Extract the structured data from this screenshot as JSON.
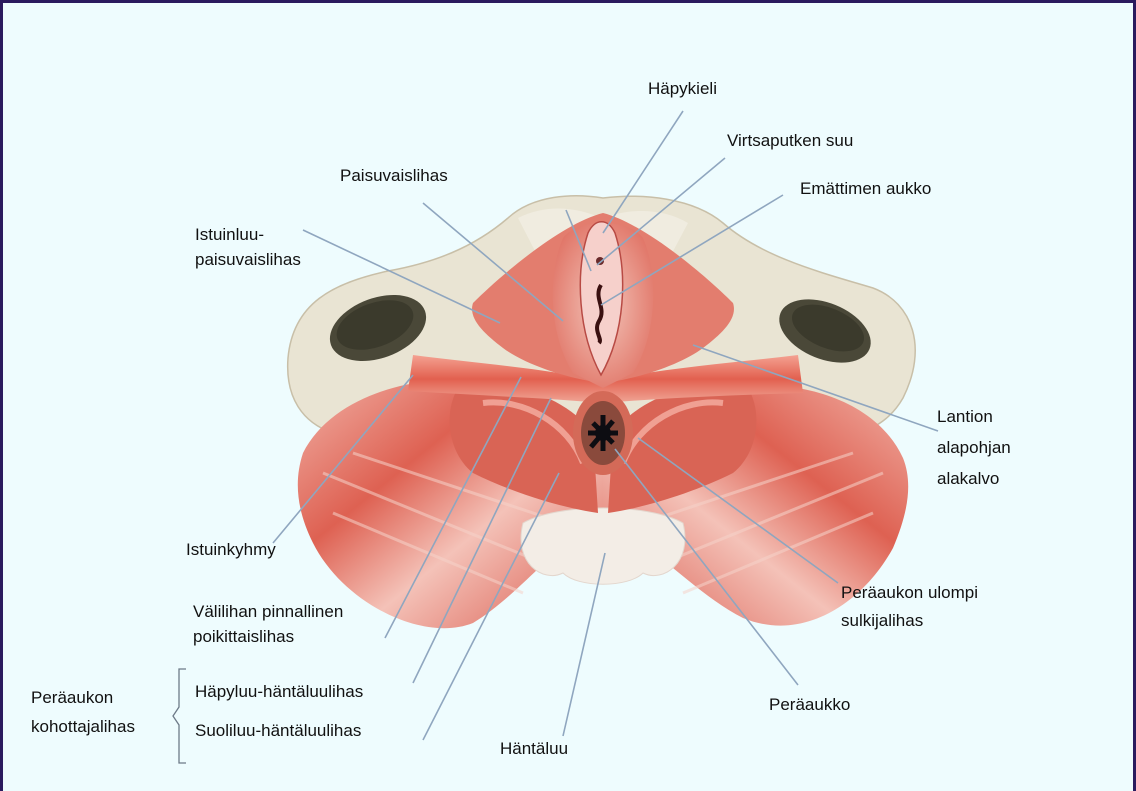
{
  "labels": {
    "hapykieli": "Häpykieli",
    "virtsaputken_suu": "Virtsaputken suu",
    "paisuvaislihas": "Paisuvaislihas",
    "emattimen_aukko": "Emättimen aukko",
    "istuinluu_1": "Istuinluu-",
    "istuinluu_2": "paisuvaislihas",
    "lantion_1": "Lantion",
    "lantion_2": "alapohjan",
    "lantion_3": "alakalvo",
    "istuinkyhmy": "Istuinkyhmy",
    "valilihan_1": "Välilihan pinnallinen",
    "valilihan_2": "poikittaislihas",
    "peraaukon_ulompi_1": "Peräaukon ulompi",
    "peraaukon_ulompi_2": "sulkijalihas",
    "kohottaja_1": "Peräaukon",
    "kohottaja_2": "kohottajalihas",
    "hapyluu": "Häpyluu-häntäluulihas",
    "suoliluu": "Suoliluu-häntäluulihas",
    "hantaluu": "Häntäluu",
    "peraaukko": "Peräaukko"
  },
  "colors": {
    "frame_border": "#2a1a5e",
    "background": "#eefcfe",
    "bone": "#e9e4d3",
    "muscle": "#e0685a",
    "muscle_light": "#f2b0a6",
    "leader_lines": "#8fa6bf"
  }
}
